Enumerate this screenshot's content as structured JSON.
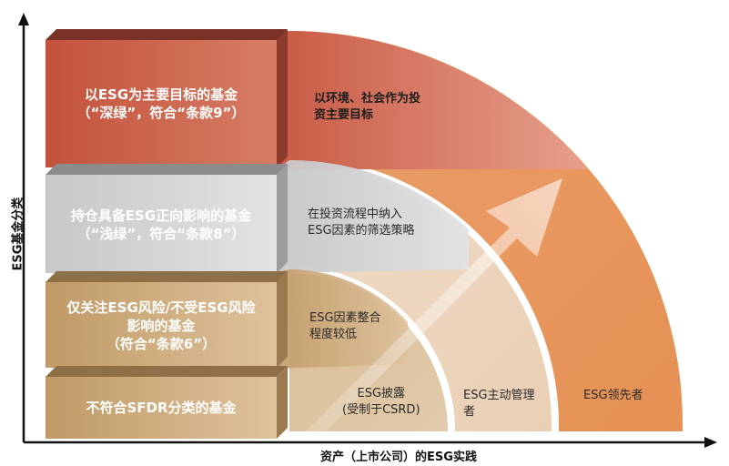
{
  "y_axis_label": "ESG基金分类",
  "x_axis_label": "资产（上市公司）的ESG实践",
  "boxes": [
    {
      "lines": [
        "以ESG为主要目标的基金",
        "（“深绿”，符合“条款9”）"
      ]
    },
    {
      "lines": [
        "持仓具备ESG正向影响的基金",
        "（“浅绿”，符合“条款8”）"
      ]
    },
    {
      "lines": [
        "仅关注ESG风险/不受ESG风险",
        "影响的基金",
        "（符合“条款6”）"
      ]
    },
    {
      "lines": [
        "不符合SFDR分类的基金"
      ]
    }
  ],
  "arc_labels": [
    {
      "lines": [
        "以环境、社会作为投",
        "资主要目标"
      ]
    },
    {
      "lines": [
        "在投资流程中纳入",
        "ESG因素的筛选策略"
      ]
    },
    {
      "lines": [
        "ESG因素整合",
        "程度较低"
      ]
    },
    {
      "lines": [
        "ESG披露",
        "(受制于CSRD)"
      ]
    },
    {
      "lines": [
        "ESG主动管理",
        "者"
      ]
    },
    {
      "lines": [
        "ESG领先者"
      ]
    }
  ],
  "colors": {
    "deep_green_box": "#c25a44",
    "light_green_box": "#d5d5d7",
    "risk_box": "#c8a87a",
    "non_sfdr_box": "#c9a67a",
    "arc_outer": "#e39a66",
    "arc_mid": "#e8d2bc",
    "arc_inner": "#d9c19e"
  }
}
